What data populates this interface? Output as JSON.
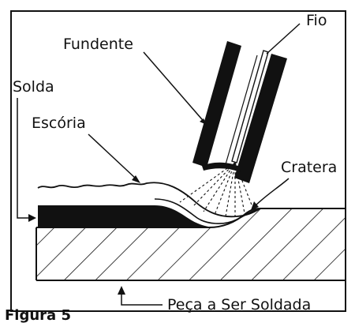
{
  "diagram": {
    "labels": {
      "wire": "Fio",
      "flux": "Fundente",
      "weld": "Solda",
      "slag": "Escória",
      "crater": "Cratera",
      "workpiece": "Peça a Ser Soldada"
    },
    "figure_caption": "Figura 5"
  }
}
